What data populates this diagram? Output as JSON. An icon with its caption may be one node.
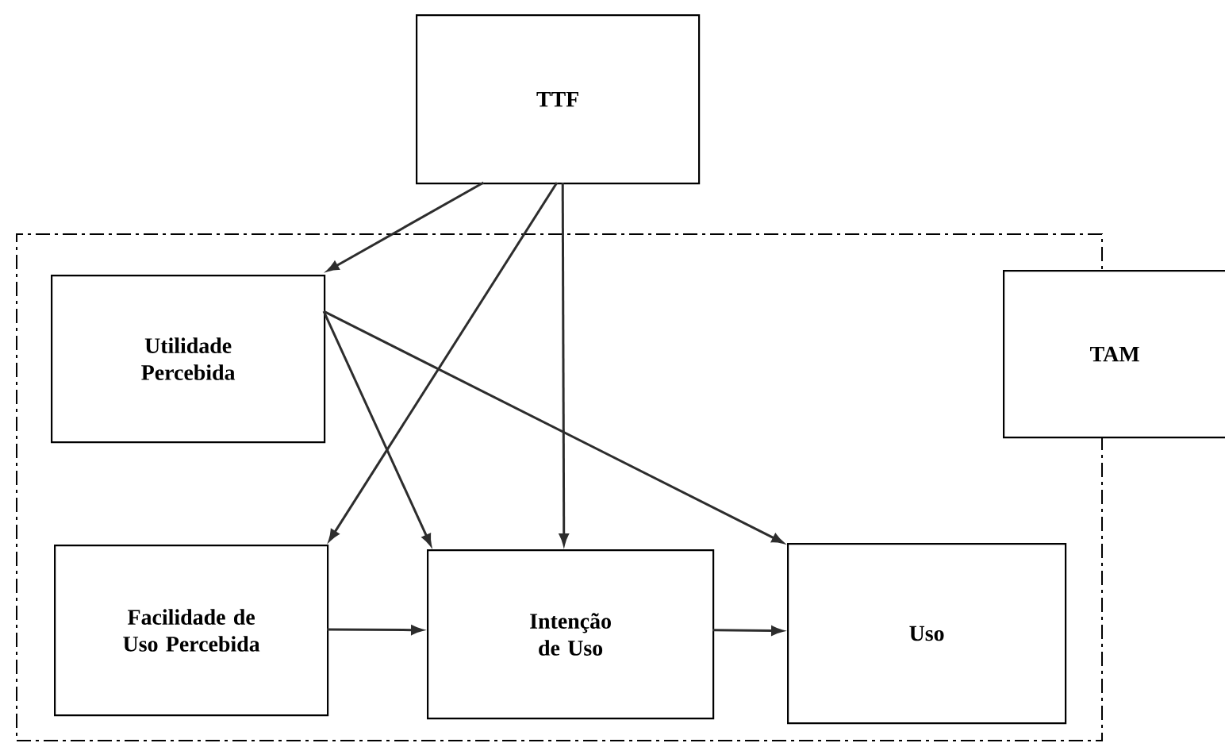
{
  "diagram": {
    "nodes": [
      {
        "text": [
          "TTF"
        ]
      },
      {
        "text": [],
        "shape": "box"
      },
      {
        "text": [
          "Utilidade Percebida"
        ],
        "in": 1
      },
      {
        "text": [
          "TAM"
        ]
      },
      {
        "text": [
          "Facilidade de Uso Percebida"
        ],
        "in": 1
      },
      {
        "text": [
          "Intenção de Uso"
        ],
        "in": 1
      },
      {
        "text": [
          "Uso"
        ],
        "in": 1
      }
    ],
    "edges": [
      {
        "from": 0,
        "to": 2,
        "arrow": "to"
      },
      {
        "from": 0,
        "to": 4,
        "arrow": "to"
      },
      {
        "from": 0,
        "to": 5,
        "arrow": "to"
      },
      {
        "from": 2,
        "to": 5,
        "arrow": "to"
      },
      {
        "from": 2,
        "to": 6,
        "arrow": "to"
      },
      {
        "from": 4,
        "to": 5,
        "arrow": "to"
      },
      {
        "from": 5,
        "to": 6,
        "arrow": "to"
      }
    ]
  }
}
